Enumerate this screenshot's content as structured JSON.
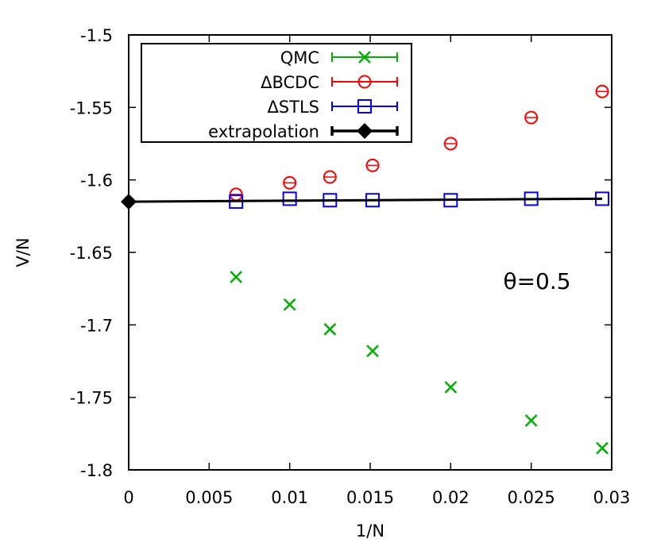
{
  "chart_data": {
    "type": "scatter",
    "title": "",
    "xlabel": "1/N",
    "ylabel": "V/N",
    "xlim": [
      0,
      0.03
    ],
    "ylim": [
      -1.8,
      -1.5
    ],
    "x_ticks": [
      0,
      0.005,
      0.01,
      0.015,
      0.02,
      0.025,
      0.03
    ],
    "x_tick_labels": [
      "0",
      "0.005",
      "0.01",
      "0.015",
      "0.02",
      "0.025",
      "0.03"
    ],
    "y_ticks": [
      -1.5,
      -1.55,
      -1.6,
      -1.65,
      -1.7,
      -1.75,
      -1.8
    ],
    "y_tick_labels": [
      "-1.5",
      "-1.55",
      "-1.6",
      "-1.65",
      "-1.7",
      "-1.75",
      "-1.8"
    ],
    "grid": false,
    "legend_position": "top-left",
    "annotation": "θ=0.5",
    "series": [
      {
        "name": "QMC",
        "marker": "x",
        "color": "#00b000",
        "x": [
          0.00667,
          0.01,
          0.0125,
          0.01515,
          0.02,
          0.025,
          0.02941
        ],
        "y": [
          -1.667,
          -1.686,
          -1.703,
          -1.718,
          -1.743,
          -1.766,
          -1.785
        ]
      },
      {
        "name": "ΔBCDC",
        "marker": "circle",
        "color": "#ff0000",
        "x": [
          0.00667,
          0.01,
          0.0125,
          0.01515,
          0.02,
          0.025,
          0.02941
        ],
        "y": [
          -1.61,
          -1.602,
          -1.598,
          -1.59,
          -1.575,
          -1.557,
          -1.539
        ]
      },
      {
        "name": "ΔSTLS",
        "marker": "square",
        "color": "#0000ff",
        "x": [
          0.00667,
          0.01,
          0.0125,
          0.01515,
          0.02,
          0.025,
          0.02941
        ],
        "y": [
          -1.615,
          -1.613,
          -1.614,
          -1.614,
          -1.614,
          -1.613,
          -1.613
        ]
      },
      {
        "name": "extrapolation",
        "marker": "diamond",
        "color": "#000000",
        "line": true,
        "x": [
          0,
          0.02941
        ],
        "y": [
          -1.615,
          -1.613
        ]
      }
    ]
  }
}
